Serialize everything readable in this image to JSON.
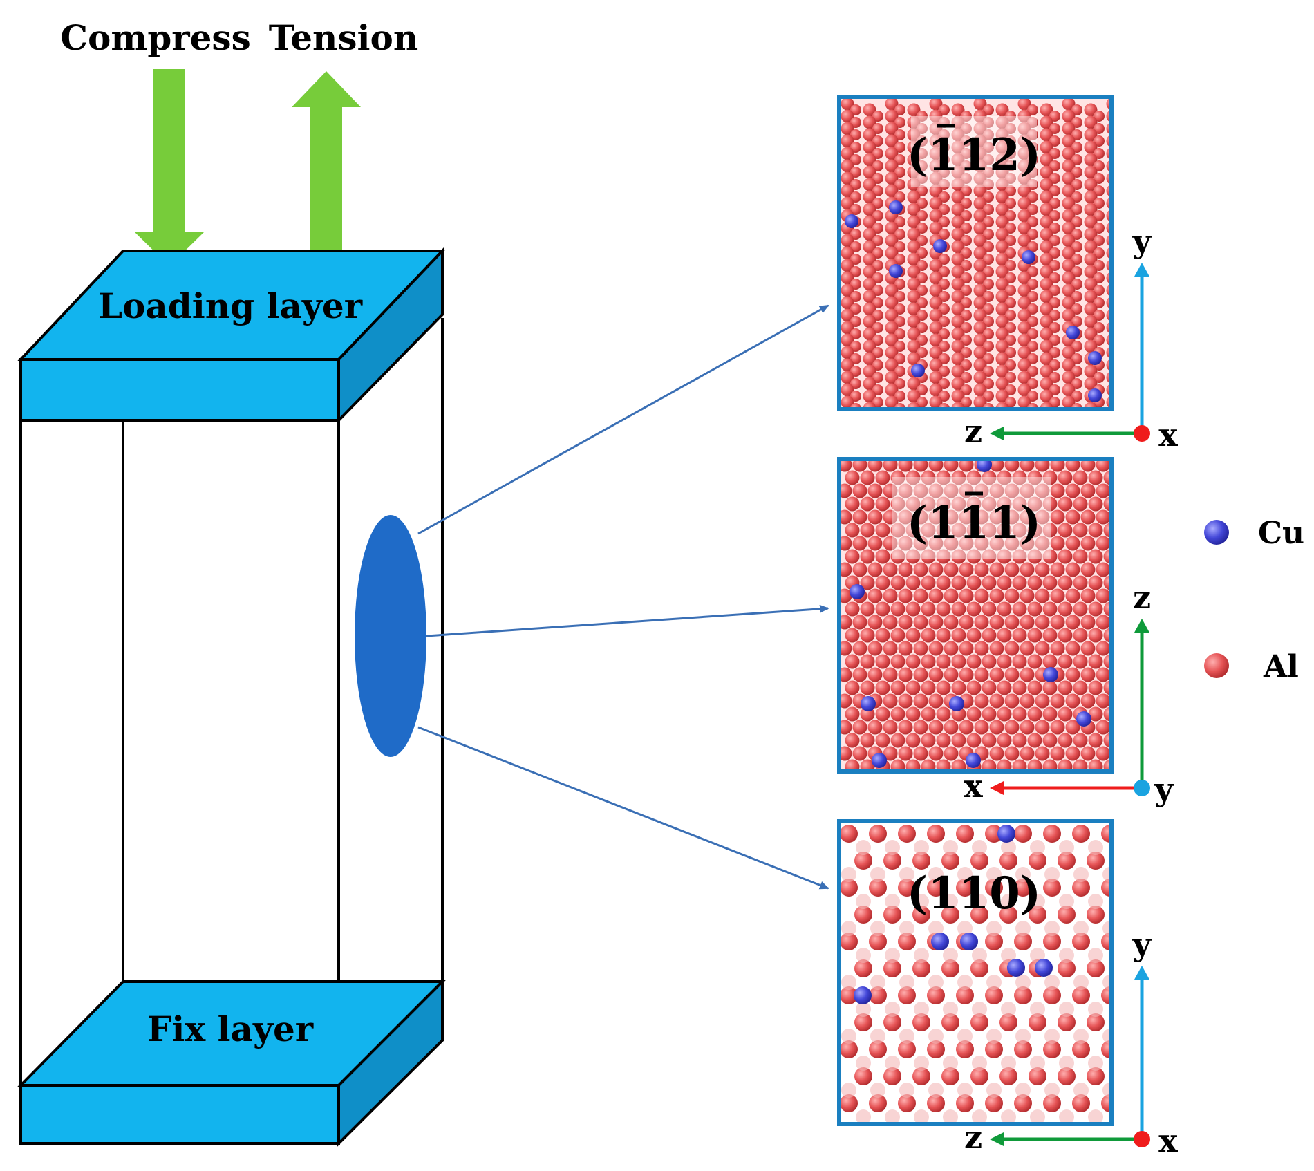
{
  "labels": {
    "compress": "Compress",
    "tension": "Tension",
    "loading_layer": "Loading layer",
    "fix_layer": "Fix layer"
  },
  "planes": [
    {
      "label_pre": "(",
      "label_main": "1",
      "label_rest": "12)",
      "overbar": "first",
      "h_axis": "z",
      "v_axis": "y",
      "corner_axis": "x",
      "h_color": "#0f9a3a",
      "v_color": "#1aa3e0",
      "corner_color": "#ef1c1c"
    },
    {
      "label_pre": "(1",
      "label_main": "1",
      "label_rest": "1)",
      "overbar": "middle",
      "h_axis": "x",
      "v_axis": "z",
      "corner_axis": "y",
      "h_color": "#ef1c1c",
      "v_color": "#0f9a3a",
      "corner_color": "#1aa3e0"
    },
    {
      "label_pre": "(110)",
      "label_main": "",
      "label_rest": "",
      "overbar": "none",
      "h_axis": "z",
      "v_axis": "y",
      "corner_axis": "x",
      "h_color": "#0f9a3a",
      "v_color": "#1aa3e0",
      "corner_color": "#ef1c1c"
    }
  ],
  "legend": [
    {
      "name": "Cu",
      "color": "#3b3fd6"
    },
    {
      "name": "Al",
      "color": "#e0484a"
    }
  ],
  "colors": {
    "arrow_green": "#77cc3a",
    "layer_blue": "#12b4ee",
    "layer_side": "#0f8fc8",
    "ellipse": "#1f6bc8",
    "panel_border": "#1a7fc0",
    "pointer": "#3a6fb5"
  }
}
